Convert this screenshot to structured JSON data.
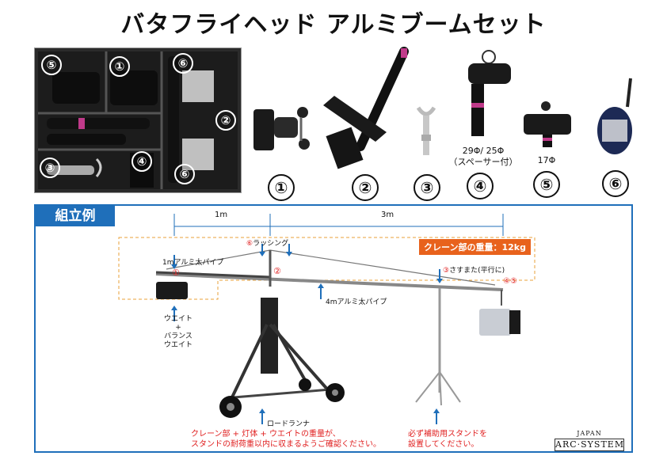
{
  "title": "バタフライヘッド アルミブームセット",
  "photo": {
    "callouts": [
      "⑤",
      "①",
      "⑥",
      "②",
      "③",
      "④",
      "⑥"
    ]
  },
  "parts": [
    {
      "num": "①",
      "label": ""
    },
    {
      "num": "②",
      "label": ""
    },
    {
      "num": "③",
      "label": ""
    },
    {
      "num": "④",
      "label": "29Φ/ 25Φ\n（スペーサー付）"
    },
    {
      "num": "⑤",
      "label": "17Φ"
    },
    {
      "num": "⑥",
      "label": ""
    }
  ],
  "assembly": {
    "title": "組立例",
    "dim_short": "1m",
    "dim_long": "3m",
    "crane_weight": "クレーン部の重量：12kg",
    "labels": {
      "lashing_num": "⑥",
      "lashing": "ラッシング",
      "pipe_1m": "1mアルミ太パイプ",
      "pipe_1m_num": "①",
      "head_num": "②",
      "pipe_4m": "4mアルミ太パイプ",
      "clamp_num": "③",
      "clamp": "さすまた(平行に)",
      "end_num": "④⑤",
      "weight_1": "ウエイト",
      "weight_plus": "+",
      "weight_2": "バランス",
      "weight_3": "ウエイト",
      "road_runner": "ロードランナ"
    },
    "note_left_1": "クレーン部 + 灯体 + ウエイトの重量が、",
    "note_left_2": "スタンドの耐荷重以内に収まるようご確認ください。",
    "note_right_1": "必ず補助用スタンドを",
    "note_right_2": "設置してください。"
  },
  "logo": {
    "top": "JAPAN",
    "name": "ARC·SYSTEM"
  },
  "colors": {
    "accent": "#1f6fba",
    "orange": "#e8621c",
    "red": "#e02020"
  }
}
